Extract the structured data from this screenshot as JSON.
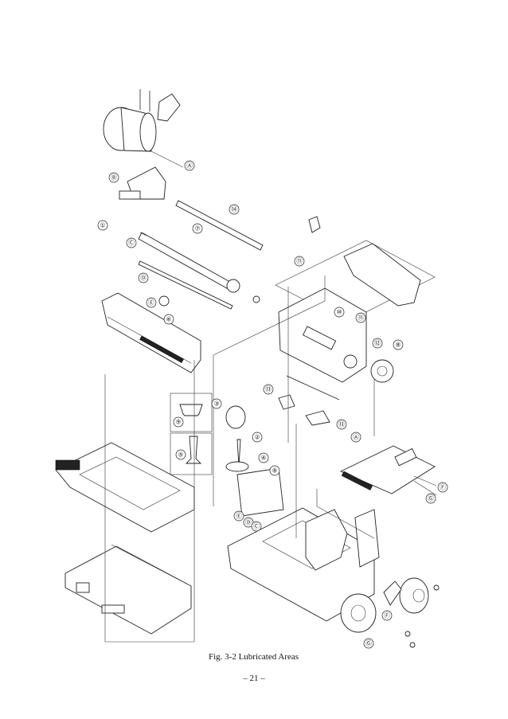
{
  "caption": "Fig. 3-2 Lubricated Areas",
  "page_number": "– 21 –",
  "callouts": {
    "c1": "①",
    "c2": "②",
    "c3": "③",
    "c4": "④",
    "c5": "⑤",
    "c6": "⑥",
    "c7": "⑦",
    "c8": "⑧",
    "c9": "⑨",
    "c10": "⑩",
    "c11": "⑪",
    "c12": "⑫",
    "c13": "⑬",
    "c14": "⑭",
    "A": "Ⓐ",
    "B": "Ⓑ",
    "C": "Ⓒ",
    "D": "Ⓓ",
    "E": "Ⓔ",
    "F": "Ⓕ",
    "G": "Ⓖ"
  }
}
